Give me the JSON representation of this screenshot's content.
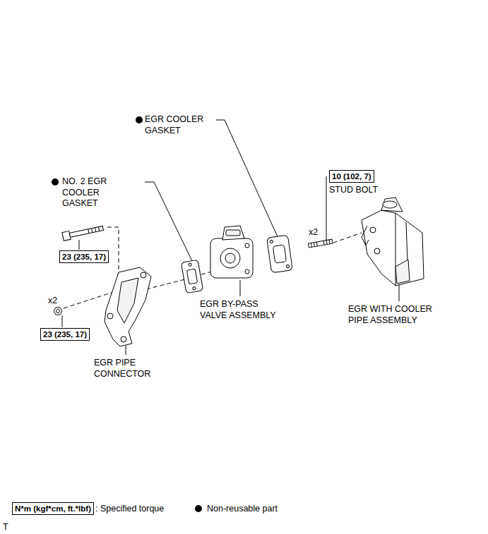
{
  "diagram": {
    "nodes": [
      {
        "text": [
          "23 (235, 17)"
        ]
      },
      {
        "text": [
          "23 (235, 17)"
        ]
      },
      {
        "text": [
          "10 (102, 7)"
        ]
      },
      {
        "text": [
          "N*m (kgf*cm, ft.*lbf)"
        ]
      }
    ],
    "labels": [
      "EGR COOLER GASKET",
      "NO. 2 EGR COOLER GASKET",
      "STUD BOLT",
      "x2",
      "EGR BY-PASS VALVE ASSEMBLY",
      "EGR WITH COOLER PIPE ASSEMBLY",
      "x2",
      "EGR PIPE CONNECTOR",
      "T"
    ],
    "legend": [
      {
        "text": ": Specified torque"
      },
      {
        "text": "Non-reusable part"
      }
    ]
  }
}
